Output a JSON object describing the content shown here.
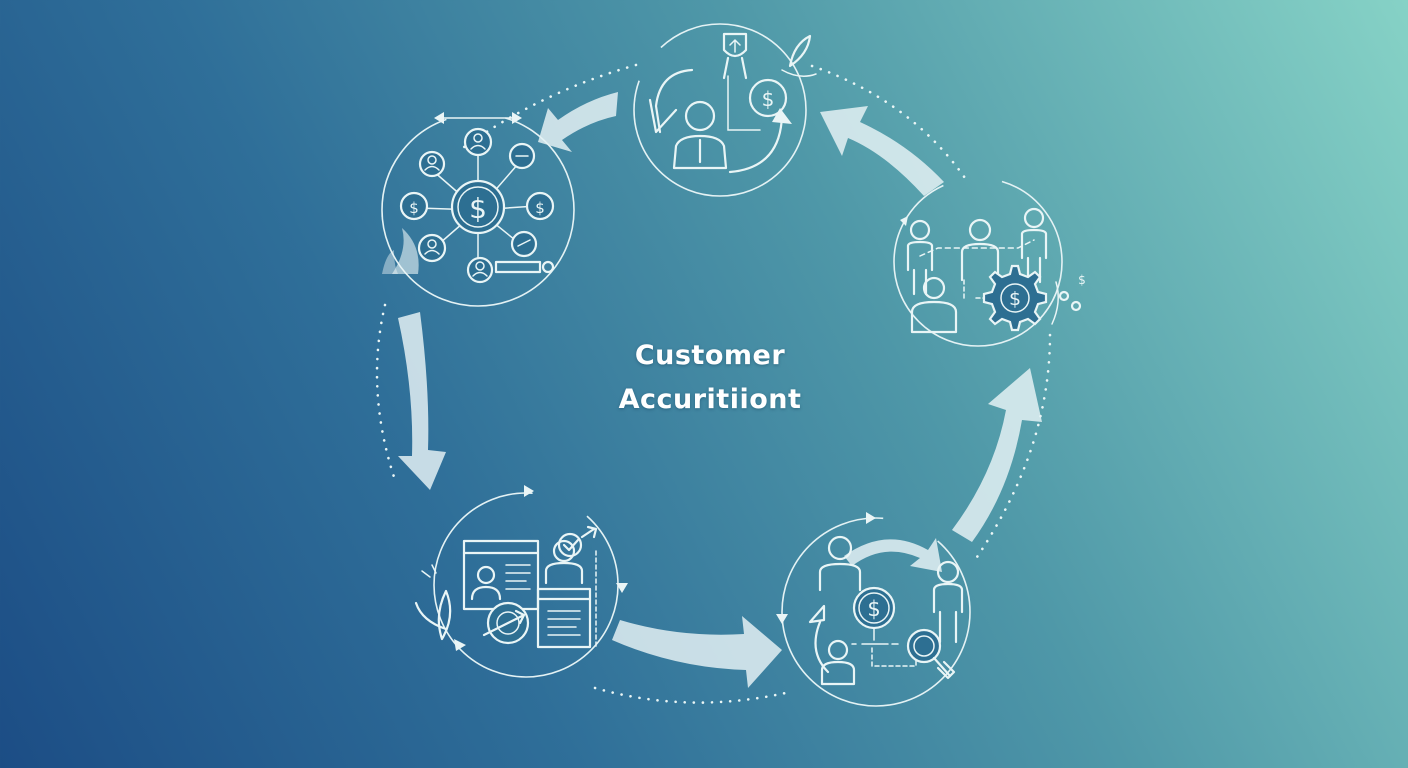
{
  "diagram": {
    "title_line1": "Customer",
    "title_line2": "Accuritiiont",
    "stages": [
      {
        "id": "top",
        "icon": "person-dollar-cycle-icon"
      },
      {
        "id": "top-left",
        "icon": "dollar-network-icon"
      },
      {
        "id": "right",
        "icon": "team-gear-dollar-icon"
      },
      {
        "id": "bottom-left",
        "icon": "documents-target-icon"
      },
      {
        "id": "bottom-right",
        "icon": "people-dollar-search-icon"
      }
    ],
    "colors": {
      "background_start": "#1c4d85",
      "background_end": "#86d2c6",
      "line": "#e9f5f6"
    }
  }
}
